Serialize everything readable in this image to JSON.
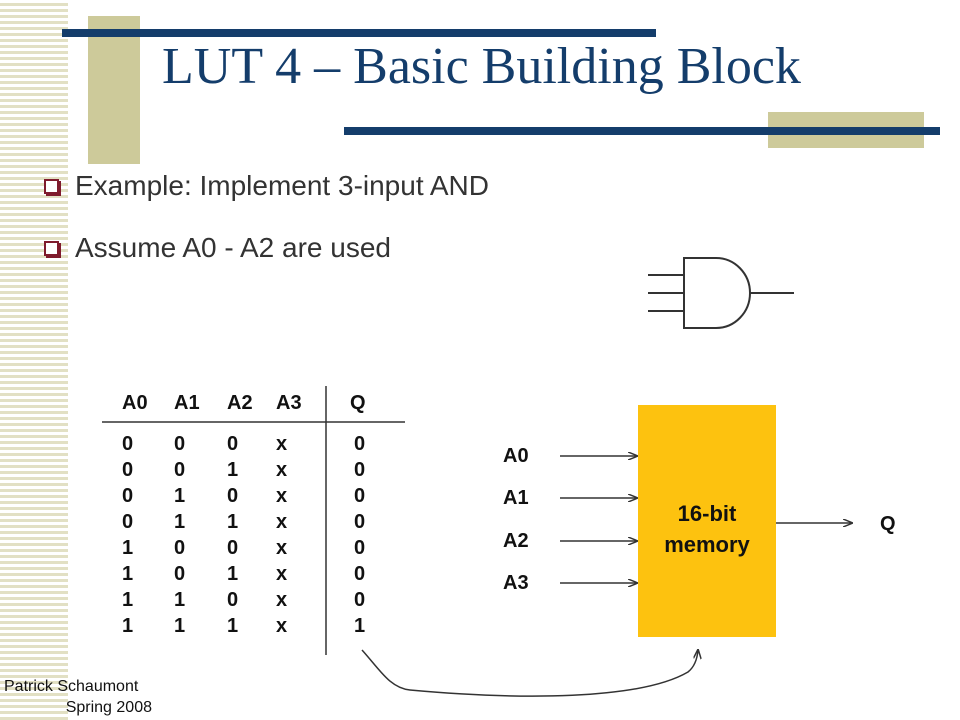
{
  "slide": {
    "title": "LUT 4 – Basic Building Block",
    "bullets": [
      "Example: Implement 3-input AND",
      "Assume A0 - A2 are used"
    ]
  },
  "truth_table": {
    "headers": [
      "A0",
      "A1",
      "A2",
      "A3",
      "Q"
    ],
    "rows": [
      [
        "0",
        "0",
        "0",
        "x",
        "0"
      ],
      [
        "0",
        "0",
        "1",
        "x",
        "0"
      ],
      [
        "0",
        "1",
        "0",
        "x",
        "0"
      ],
      [
        "0",
        "1",
        "1",
        "x",
        "0"
      ],
      [
        "1",
        "0",
        "0",
        "x",
        "0"
      ],
      [
        "1",
        "0",
        "1",
        "x",
        "0"
      ],
      [
        "1",
        "1",
        "0",
        "x",
        "0"
      ],
      [
        "1",
        "1",
        "1",
        "x",
        "1"
      ]
    ]
  },
  "lut_block": {
    "label_line1": "16-bit",
    "label_line2": "memory",
    "inputs": [
      "A0",
      "A1",
      "A2",
      "A3"
    ],
    "output": "Q",
    "fill_color": "#fdc20f"
  },
  "footer": {
    "author": "Patrick Schaumont",
    "term": "Spring 2008"
  },
  "colors": {
    "title": "#143d6b",
    "accent_bar": "#143d6b",
    "tan_bar": "#cdca9a",
    "bullet": "#7f1b2d"
  }
}
